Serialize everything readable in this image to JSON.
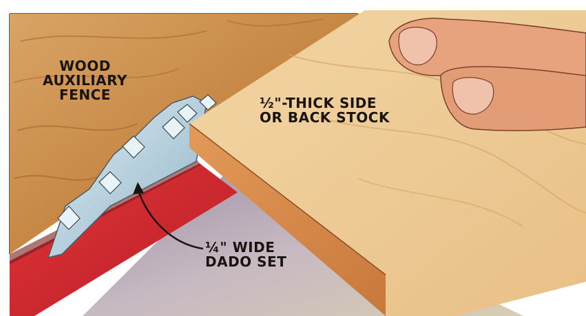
{
  "labels": {
    "fence": "WOOD\nAUXILIARY\nFENCE",
    "stock": "½\"-THICK SIDE\nOR BACK STOCK",
    "dado": "¼\" WIDE\nDADO SET"
  },
  "colors": {
    "fence_wood": "#c98a4a",
    "stock_face": "#efcf98",
    "stock_edge": "#d89150",
    "saw_table_red": "#d42a2e",
    "table_surface": "#b8a8b4",
    "blade_steel": "#a9c7d6",
    "skin": "#e6a47e"
  }
}
